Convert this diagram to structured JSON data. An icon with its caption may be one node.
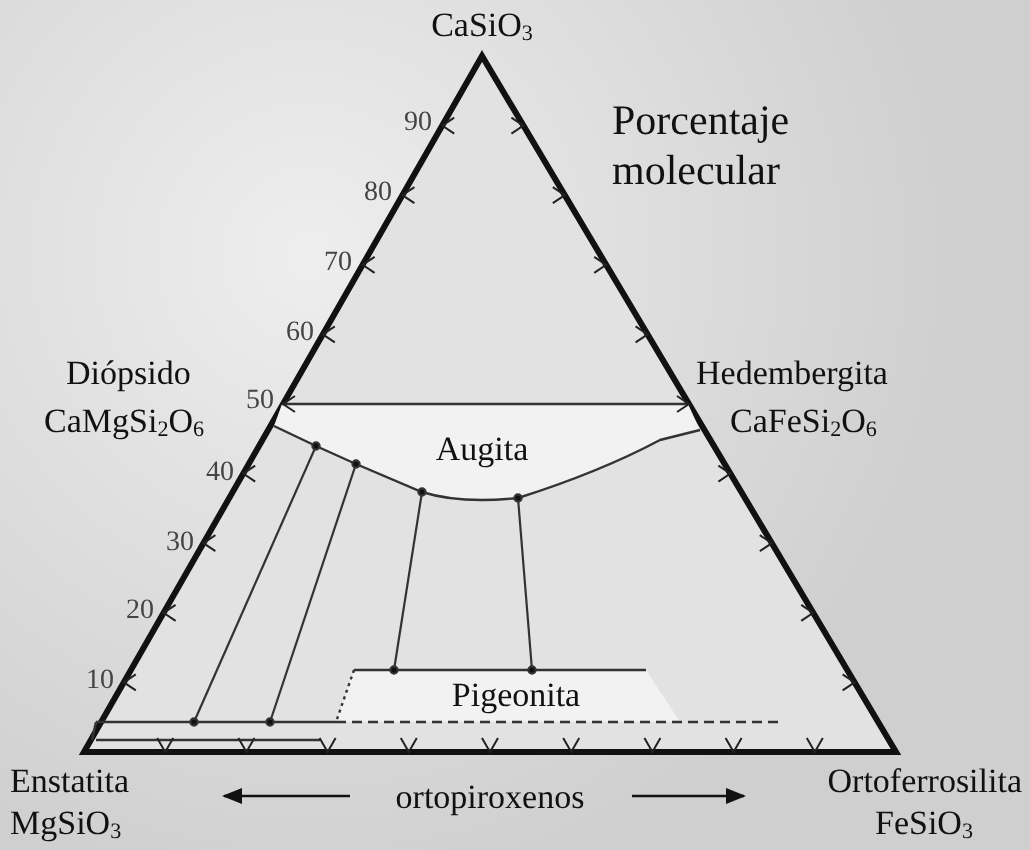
{
  "diagram": {
    "labels": [
      "CaSiO$_{3}$",
      "90",
      "Porcentaje molecular",
      "80",
      "70",
      "60",
      "Diópsido",
      "Hedembergita",
      "50",
      "CaMgSi$_{2}$O$_{6}$",
      "CaFeSi$_{2}$O$_{6}$",
      "Augita",
      "40",
      "30",
      "20",
      "Pigeonita",
      "10",
      "Enstatita",
      "Ortoferrosilita",
      "ortopiroxenos",
      "MgSiO$_{3}$",
      "FeSiO$_{3}$"
    ]
  }
}
